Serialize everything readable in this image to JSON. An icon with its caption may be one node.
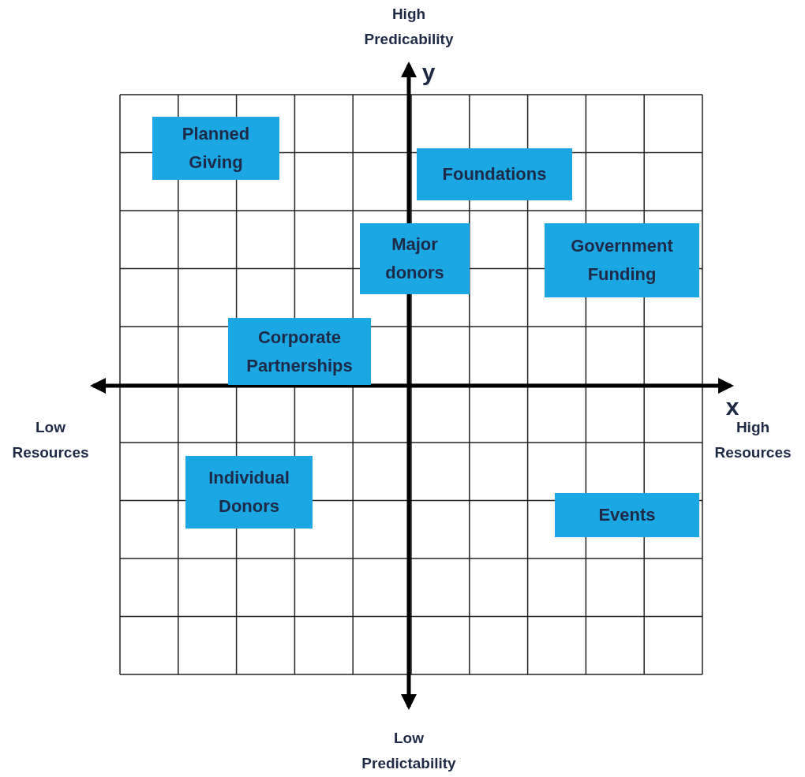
{
  "diagram": {
    "nodes": [
      {
        "text": [
          "Planned Giving"
        ]
      },
      {
        "text": [
          "Foundations"
        ]
      },
      {
        "text": [
          "Major donors"
        ]
      },
      {
        "text": [
          "Government Funding"
        ]
      },
      {
        "text": [
          "Corporate Partnerships"
        ]
      },
      {
        "text": [
          "Individual Donors"
        ]
      },
      {
        "text": [
          "Events"
        ]
      }
    ],
    "labels": [
      "High Predicability",
      "y",
      "Low Resources",
      "x",
      "High Resources",
      "Low Predictability"
    ]
  }
}
